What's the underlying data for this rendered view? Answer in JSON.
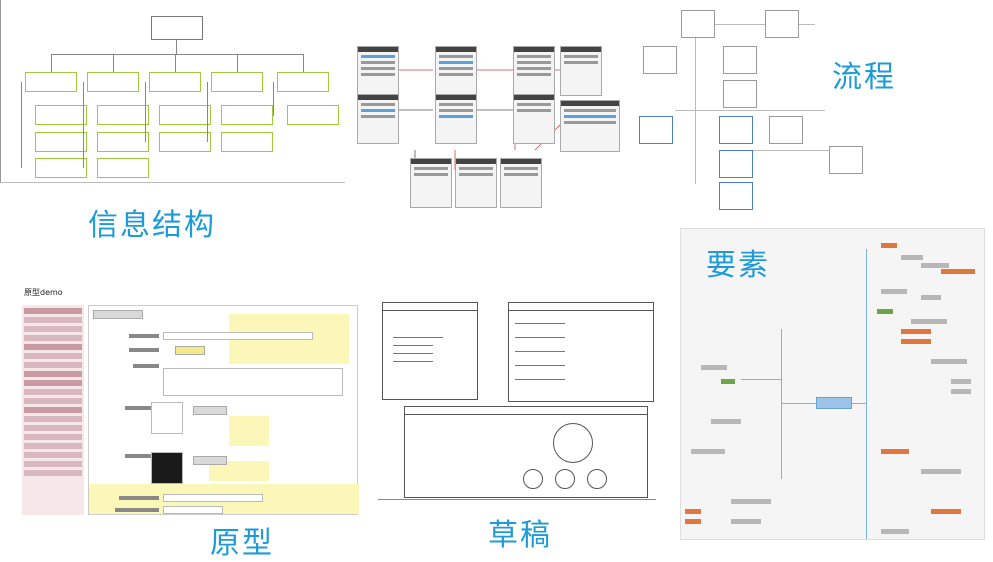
{
  "captions": {
    "information_architecture": "信息结构",
    "flow": "流程",
    "elements": "要素",
    "prototype": "原型",
    "sketch": "草稿"
  },
  "prototype": {
    "title": "原型demo"
  },
  "colors": {
    "caption": "#1e9bd7",
    "ia_node_border": "#9ccc3c",
    "flowchart_highlight": "#4a7fc1",
    "mindmap_center": "#9cc3e8",
    "prototype_sidebar": "#f6e7e9",
    "prototype_highlight": "#fbf7b8"
  }
}
